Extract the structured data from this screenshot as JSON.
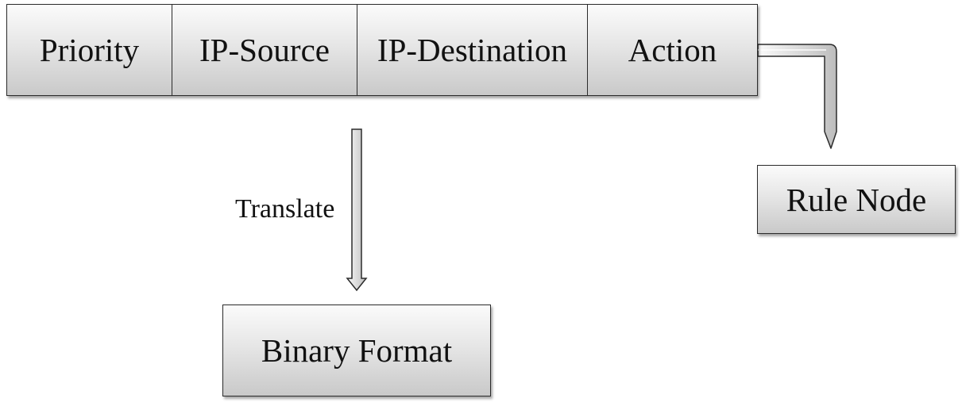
{
  "rule_fields": [
    {
      "label": "Priority"
    },
    {
      "label": "IP-Source"
    },
    {
      "label": "IP-Destination"
    },
    {
      "label": "Action"
    }
  ],
  "translate_label": "Translate",
  "binary_format_label": "Binary Format",
  "rule_node_label": "Rule Node",
  "colors": {
    "border": "#2b2b2b",
    "fill_top": "#fbfbfb",
    "fill_bottom": "#c9c9c9",
    "text": "#111111"
  }
}
